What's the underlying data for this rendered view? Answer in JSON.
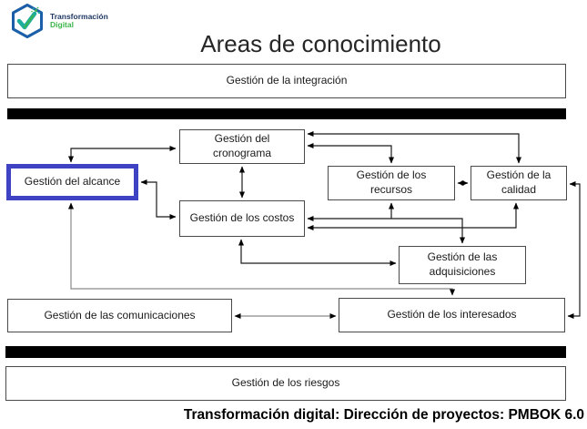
{
  "logo": {
    "line1": "Transformación",
    "line2": "Digital"
  },
  "title": "Areas de conocimiento",
  "caption": "Transformación digital: Dirección de proyectos: PMBOK 6.0",
  "colors": {
    "highlight_border": "#3d43c3",
    "separator_bar": "#000000",
    "connector": "#1a1a1a",
    "connector_gray": "#8a8a8a",
    "logo_hex_blue": "#1a5fa8",
    "logo_check_teal": "#1fae9e",
    "logo_check_green": "#3cb54a",
    "logo_text_navy": "#1f3864",
    "logo_text_green": "#3cb54a"
  },
  "nodes": {
    "integracion": {
      "label": "Gestión de la integración"
    },
    "cronograma": {
      "label": "Gestión del cronograma"
    },
    "alcance": {
      "label": "Gestión del alcance",
      "highlighted": true
    },
    "recursos": {
      "label": "Gestión de los recursos"
    },
    "calidad": {
      "label": "Gestión de la calidad"
    },
    "costos": {
      "label": "Gestión de los costos"
    },
    "adquisiciones": {
      "label": "Gestión de las adquisiciones"
    },
    "comunicaciones": {
      "label": "Gestión de las comunicaciones"
    },
    "interesados": {
      "label": "Gestión de los interesados"
    },
    "riesgos": {
      "label": "Gestión de los riesgos"
    }
  },
  "edges": [
    {
      "from": "alcance",
      "to": "cronograma",
      "type": "bidirectional"
    },
    {
      "from": "alcance",
      "to": "costos",
      "type": "bidirectional"
    },
    {
      "from": "cronograma",
      "to": "costos",
      "type": "bidirectional"
    },
    {
      "from": "cronograma",
      "to": "recursos",
      "type": "bidirectional"
    },
    {
      "from": "cronograma",
      "to": "calidad",
      "type": "bidirectional"
    },
    {
      "from": "recursos",
      "to": "calidad",
      "type": "bidirectional"
    },
    {
      "from": "costos",
      "to": "recursos",
      "type": "bidirectional"
    },
    {
      "from": "costos",
      "to": "calidad",
      "type": "bidirectional"
    },
    {
      "from": "costos",
      "to": "adquisiciones",
      "type": "bidirectional"
    },
    {
      "from": "recursos",
      "to": "adquisiciones",
      "type": "directed"
    },
    {
      "from": "alcance",
      "to": "interesados",
      "type": "bidirectional"
    },
    {
      "from": "comunicaciones",
      "to": "interesados",
      "type": "bidirectional"
    },
    {
      "from": "calidad",
      "to": "interesados",
      "type": "bidirectional"
    }
  ]
}
